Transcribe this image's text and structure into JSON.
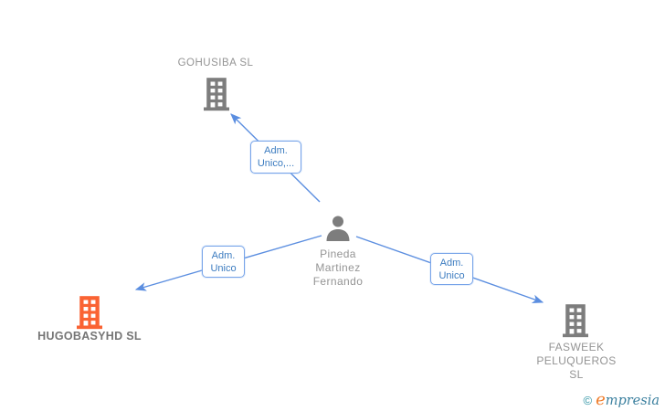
{
  "diagram": {
    "person": {
      "name_lines": [
        "Pineda",
        "Martinez",
        "Fernando"
      ]
    },
    "companies": {
      "gohusiba": {
        "label": "GOHUSIBA SL"
      },
      "hugobasyhd": {
        "label": "HUGOBASYHD SL"
      },
      "fasweek": {
        "label_lines": [
          "FASWEEK",
          "PELUQUEROS",
          "SL"
        ]
      }
    },
    "edges": [
      {
        "label_lines": [
          "Adm.",
          "Unico,..."
        ]
      },
      {
        "label_lines": [
          "Adm.",
          "Unico"
        ]
      },
      {
        "label_lines": [
          "Adm.",
          "Unico"
        ]
      }
    ]
  },
  "footer": {
    "copyright_symbol": "©",
    "brand_initial": "e",
    "brand_rest": "mpresia"
  },
  "colors": {
    "edge_blue": "#5b8ee0",
    "box_border_blue": "#78a4e9",
    "box_text_blue": "#3c7cc0",
    "icon_gray": "#7d7d7d",
    "label_gray": "#949494",
    "label_gray_bold": "#757575",
    "highlight_orange": "#fa6333",
    "brand_teal": "#2e93a4",
    "brand_orange": "#ef7d2b"
  }
}
